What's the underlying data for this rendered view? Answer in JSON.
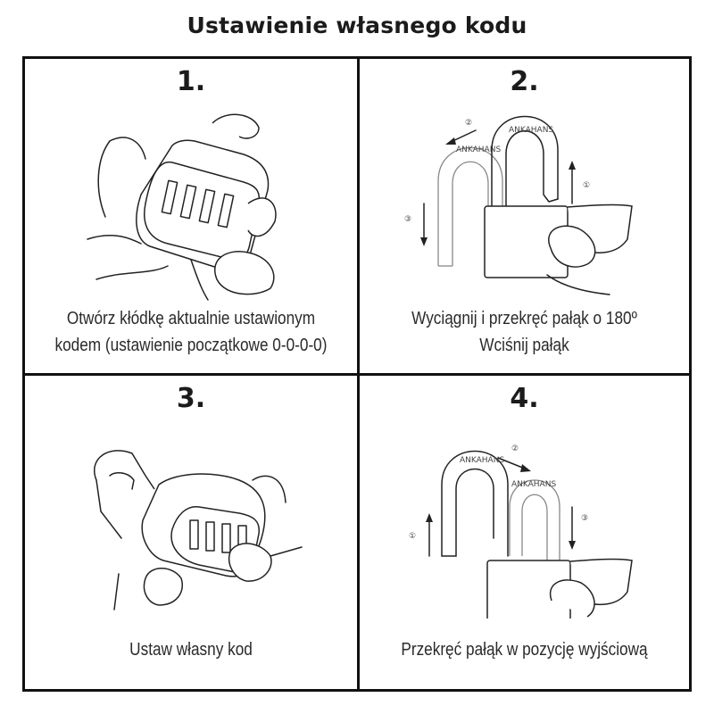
{
  "title": "Ustawienie własnego kodu",
  "steps": [
    {
      "number": "1.",
      "caption_lines": [
        "Otwórz kłódkę aktualnie ustawionym",
        "kodem (ustawienie początkowe 0-0-0-0)"
      ],
      "illustration": "hand-holding-combination-padlock-dials-icon"
    },
    {
      "number": "2.",
      "caption_lines": [
        "Wyciągnij i przekręć pałąk o 180º",
        "Wciśnij pałąk"
      ],
      "illustration": "padlock-shackle-rotate-icon",
      "markers": [
        "①",
        "②",
        "③"
      ]
    },
    {
      "number": "3.",
      "caption_lines": [
        "Ustaw własny kod"
      ],
      "illustration": "finger-setting-dials-icon"
    },
    {
      "number": "4.",
      "caption_lines": [
        "Przekręć pałąk w pozycję wyjściową"
      ],
      "illustration": "padlock-shackle-return-icon",
      "markers": [
        "①",
        "②",
        "③"
      ]
    }
  ]
}
